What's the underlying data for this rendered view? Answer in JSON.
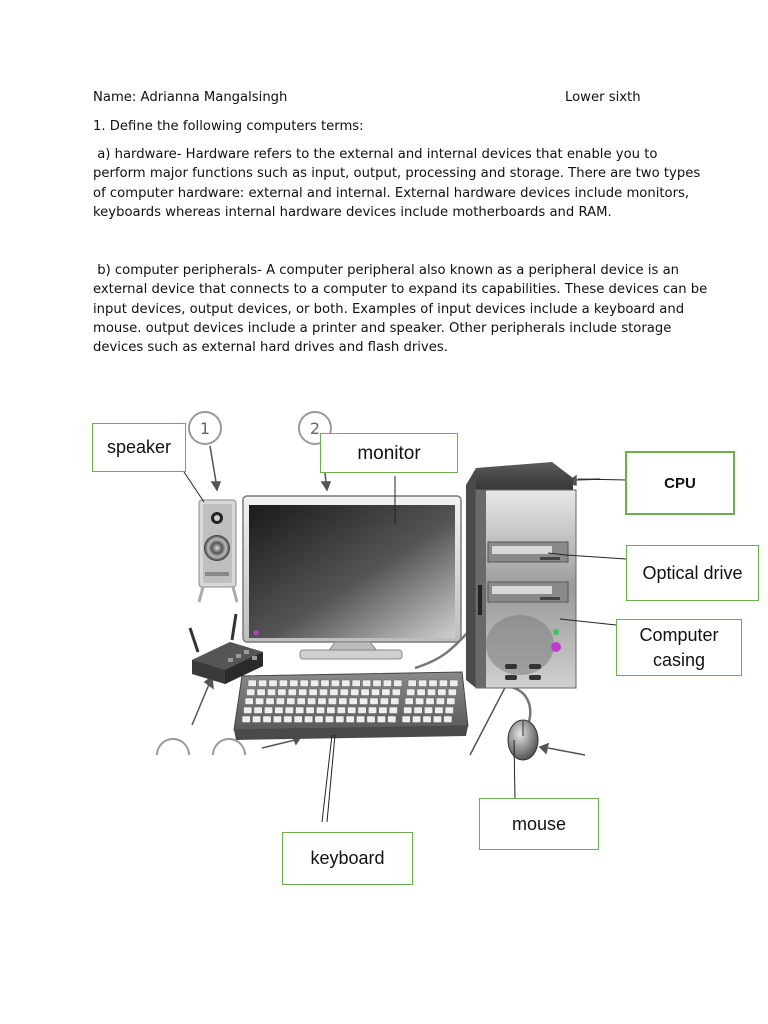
{
  "header": {
    "name_line": "Name: Adrianna Mangalsingh",
    "class_line": "Lower sixth"
  },
  "question": "1. Define the following computers terms:",
  "hardware_lines": [
    " a) hardware- Hardware refers to the external and internal devices that enable you to",
    "perform major functions such as input, output, processing and storage. There are two types",
    "of computer hardware: external and internal. External hardware devices include monitors,",
    "keyboards whereas internal hardware devices include motherboards and RAM."
  ],
  "peripherals_lines": [
    " b) computer peripherals- A computer peripheral also known as a peripheral device is an",
    "external device that connects to a computer to expand its capabilities. These devices can be",
    "input devices, output devices, or both. Examples of input devices include a keyboard and",
    "mouse. output devices include a printer and speaker. Other peripherals include storage",
    "devices such as external hard drives and flash drives."
  ],
  "figure": {
    "labels": {
      "speaker": "speaker",
      "monitor": "monitor",
      "cpu": "CPU",
      "optical_drive": "Optical drive",
      "computer_casing_1": "Computer",
      "computer_casing_2": "casing",
      "mouse": "mouse",
      "keyboard": "keyboard"
    },
    "number_markers": [
      "1",
      "2"
    ],
    "colors": {
      "label_border": "#6ab04c",
      "tower_dark": "#3a3a3a",
      "led_purple": "#c03ad0",
      "led_green": "#3cc45a"
    }
  }
}
